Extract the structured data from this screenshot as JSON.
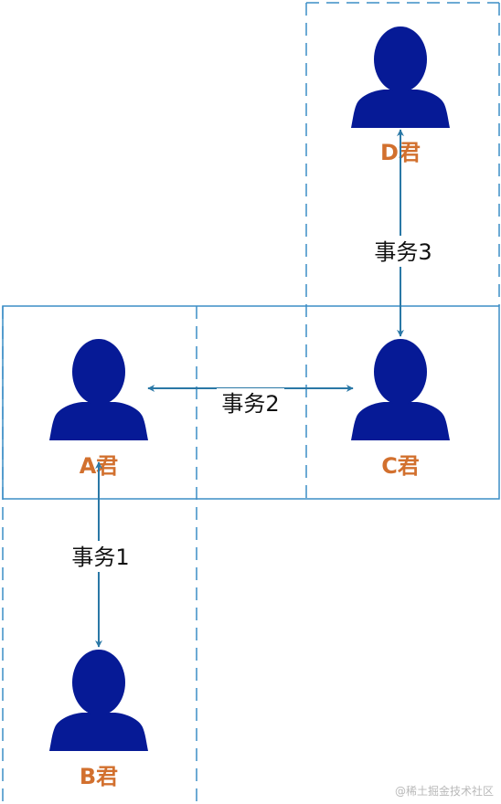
{
  "colors": {
    "person": "#061A96",
    "name": "#D2702E",
    "arrow": "#2A78A6",
    "border": "#3C8DC6",
    "text": "#111111",
    "watermark": "#B9B9B9"
  },
  "persons": {
    "a": {
      "name": "A君",
      "icon": "user-icon"
    },
    "b": {
      "name": "B君",
      "icon": "user-icon"
    },
    "c": {
      "name": "C君",
      "icon": "user-icon"
    },
    "d": {
      "name": "D君",
      "icon": "user-icon"
    }
  },
  "transactions": {
    "t1": {
      "label": "事务1",
      "from": "A君",
      "to": "B君"
    },
    "t2": {
      "label": "事务2",
      "from": "A君",
      "to": "C君"
    },
    "t3": {
      "label": "事务3",
      "from": "C君",
      "to": "D君"
    }
  },
  "watermark": "@稀土掘金技术社区"
}
